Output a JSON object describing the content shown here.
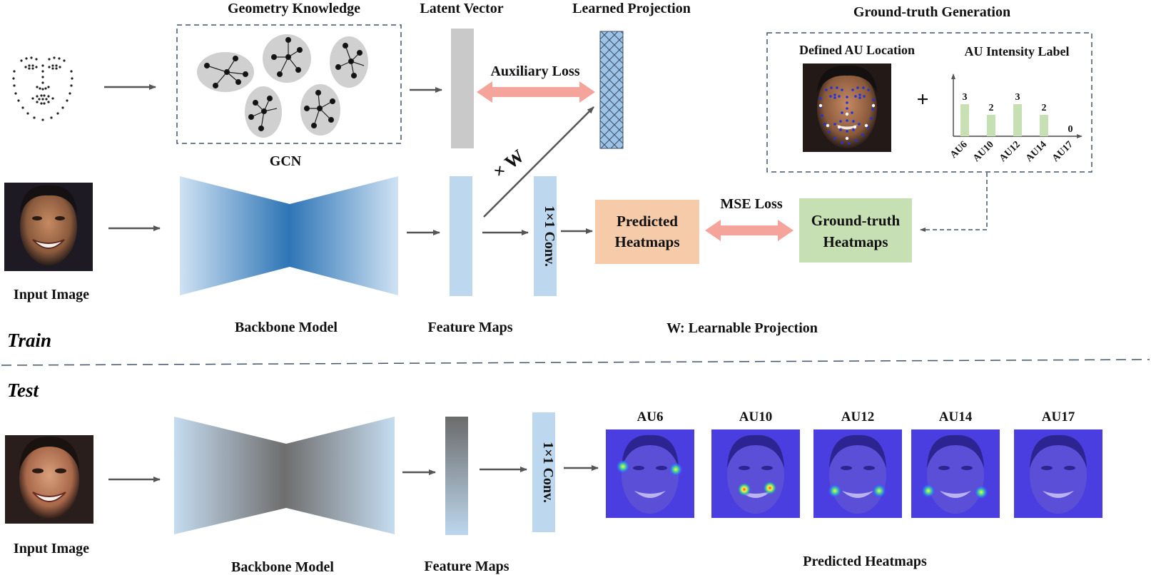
{
  "train": {
    "section_label": "Train",
    "geometry_knowledge": "Geometry Knowledge",
    "gcn": "GCN",
    "latent_vector": "Latent Vector",
    "learned_projection": "Learned Projection",
    "auxiliary_loss": "Auxiliary Loss",
    "times_w": "× W",
    "input_image": "Input Image",
    "backbone_model": "Backbone Model",
    "feature_maps": "Feature Maps",
    "conv": "1×1 Conv.",
    "predicted_heatmaps_line1": "Predicted",
    "predicted_heatmaps_line2": "Heatmaps",
    "mse_loss": "MSE Loss",
    "gt_heatmaps_line1": "Ground-truth",
    "gt_heatmaps_line2": "Heatmaps",
    "w_note": "W: Learnable Projection"
  },
  "gt_generation": {
    "title": "Ground-truth Generation",
    "au_location": "Defined AU Location",
    "au_intensity": "AU Intensity Label",
    "plus": "+",
    "bars": [
      {
        "label": "AU6",
        "value": 3,
        "value_label": "3"
      },
      {
        "label": "AU10",
        "value": 2,
        "value_label": "2"
      },
      {
        "label": "AU12",
        "value": 3,
        "value_label": "3"
      },
      {
        "label": "AU14",
        "value": 2,
        "value_label": "2"
      },
      {
        "label": "AU17",
        "value": 0,
        "value_label": "0"
      }
    ]
  },
  "test": {
    "section_label": "Test",
    "input_image": "Input Image",
    "backbone_model": "Backbone Model",
    "feature_maps": "Feature Maps",
    "conv": "1×1 Conv.",
    "predicted_heatmaps": "Predicted Heatmaps",
    "heatmaps": [
      {
        "label": "AU6"
      },
      {
        "label": "AU10"
      },
      {
        "label": "AU12"
      },
      {
        "label": "AU14"
      },
      {
        "label": "AU17"
      }
    ]
  },
  "colors": {
    "arrow": "#555555",
    "loss_arrow": "#f4a49a",
    "predicted_box": "#f6cba9",
    "gt_box": "#c6e0b4",
    "feature_blue": "#bdd7ee",
    "latent_gray": "#c9c9c9",
    "projection_blue": "#9dc3e6",
    "bar_green": "#c6e0b4",
    "heatmap_bg": "#4a3ee0"
  }
}
